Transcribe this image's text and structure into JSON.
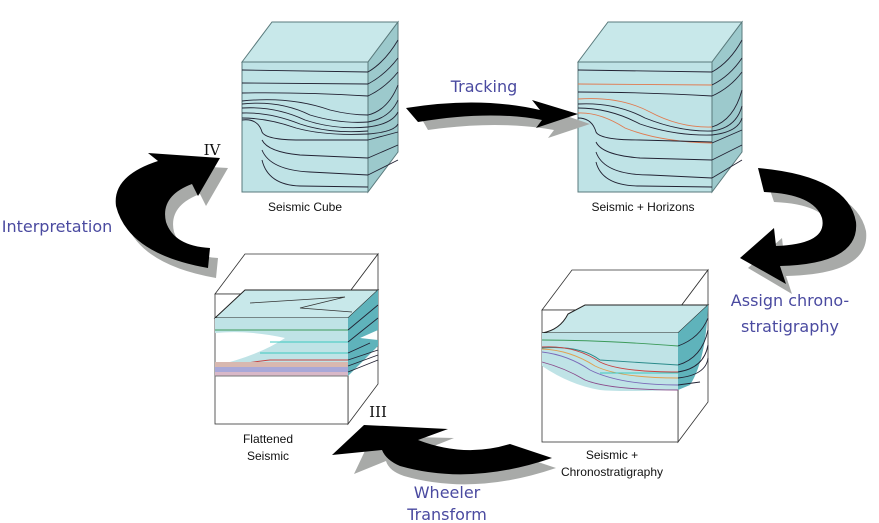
{
  "diagram": {
    "title": "",
    "colors": {
      "cube_face": "#bfe3e6",
      "cube_top": "#c8e8ea",
      "cube_side": "#9cc9cc",
      "cube_dark_side": "#5fb3bb",
      "horizon_orange": "#e07a50",
      "horizon_green": "#3c9a5a",
      "horizon_cyan": "#3cc8c0",
      "horizon_red": "#c84040",
      "horizon_purple": "#7a6ab8",
      "arrow": "#000000",
      "arrow_shadow": "#a8aaa8",
      "step_label": "#4a4aa0"
    },
    "nodes": [
      {
        "id": "seismic-cube",
        "caption": [
          "Seismic Cube"
        ]
      },
      {
        "id": "seismic-horizons",
        "caption": [
          "Seismic + Horizons"
        ]
      },
      {
        "id": "seismic-chrono",
        "caption": [
          "Seismic +",
          "Chronostratigraphy"
        ]
      },
      {
        "id": "flattened-seismic",
        "caption": [
          "Flattened",
          "Seismic"
        ]
      }
    ],
    "edges": [
      {
        "from": "seismic-cube",
        "to": "seismic-horizons",
        "label": [
          "Tracking"
        ],
        "roman": ""
      },
      {
        "from": "seismic-horizons",
        "to": "seismic-chrono",
        "label": [
          "Assign chrono-",
          "stratigraphy"
        ],
        "roman": ""
      },
      {
        "from": "seismic-chrono",
        "to": "flattened-seismic",
        "label": [
          "Wheeler",
          "Transform"
        ],
        "roman": "III"
      },
      {
        "from": "flattened-seismic",
        "to": "seismic-cube",
        "label": [
          "Interpretation"
        ],
        "roman": "IV"
      }
    ]
  }
}
